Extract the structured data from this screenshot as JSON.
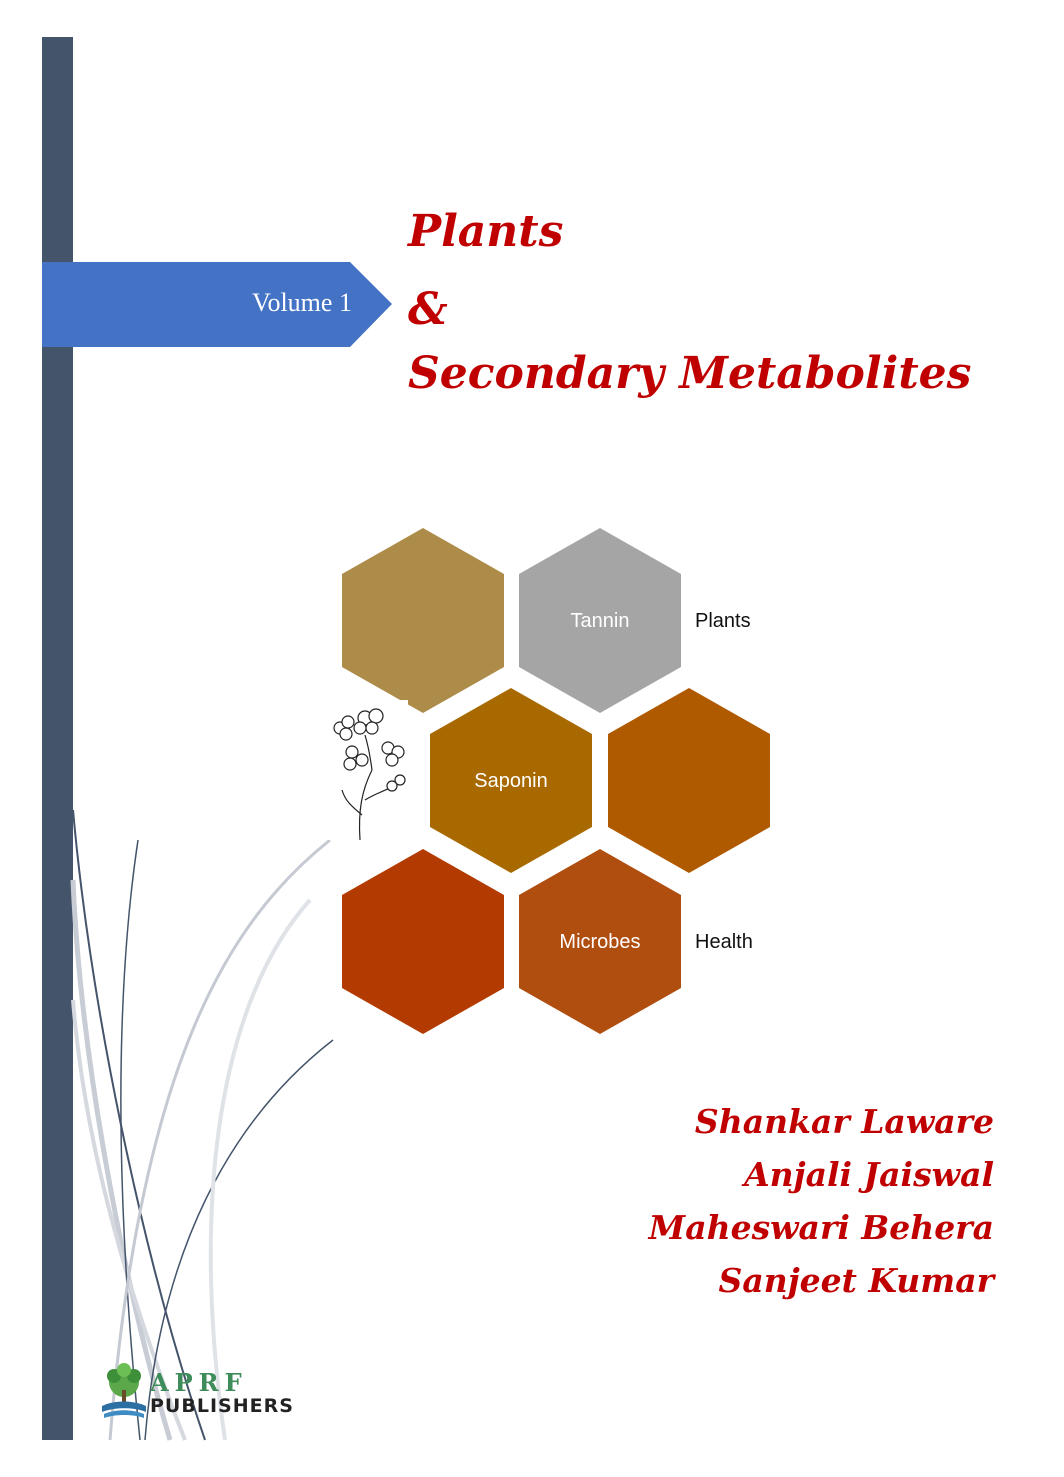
{
  "cover": {
    "volume": "Volume 1",
    "title_line1": "Plants",
    "title_line2": "&",
    "title_line3": "Secondary Metabolites"
  },
  "hexagons": {
    "tannin": "Tannin",
    "saponin": "Saponin",
    "microbes": "Microbes",
    "side_plants": "Plants",
    "side_health": "Health"
  },
  "authors": [
    "Shankar Laware",
    "Anjali Jaiswal",
    "Maheswari Behera",
    "Sanjeet Kumar"
  ],
  "publisher": {
    "name_top": "APRF",
    "name_bottom": "PUBLISHERS"
  },
  "colors": {
    "spine": "#44546a",
    "banner": "#4472c4",
    "title": "#c00000",
    "hex_tan": "#ad8b49",
    "hex_gray": "#a5a5a5",
    "hex_gold": "#a86a00",
    "hex_orange": "#b05a00",
    "hex_red": "#b33a00",
    "hex_rust": "#b04e10"
  }
}
